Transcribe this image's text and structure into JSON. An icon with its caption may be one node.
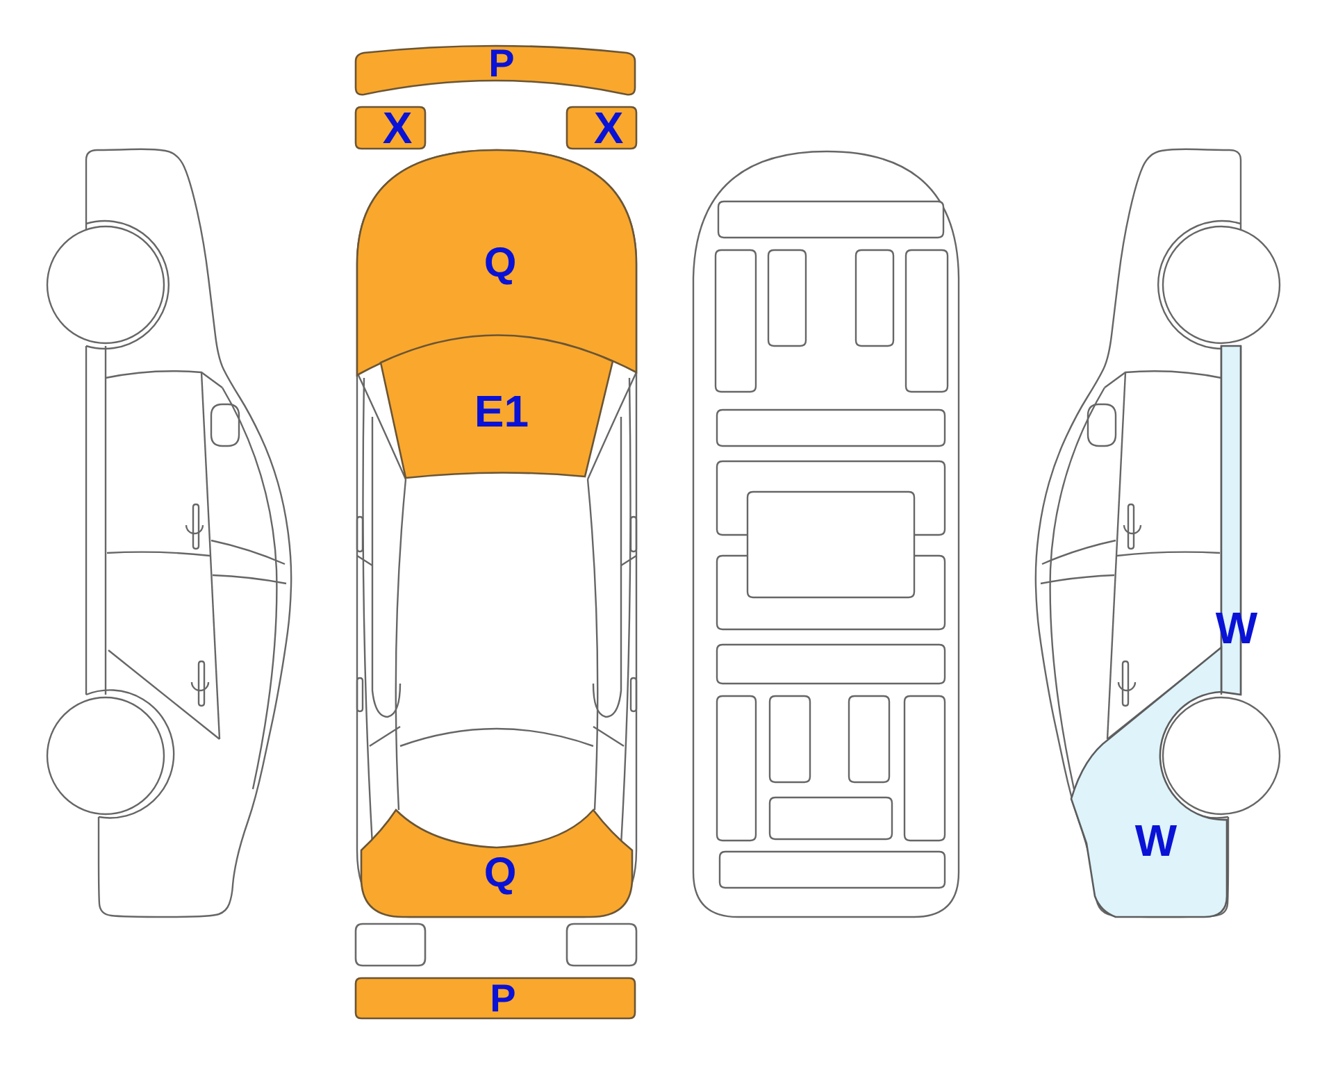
{
  "diagram": {
    "nodes": [
      {
        "text": [
          "P"
        ]
      },
      {
        "text": [
          "X"
        ]
      },
      {
        "text": [
          "X"
        ]
      },
      {
        "text": [
          "Q"
        ]
      },
      {
        "text": [
          "E1"
        ]
      },
      {
        "text": [
          "W"
        ]
      },
      {
        "text": [
          "W"
        ]
      },
      {
        "text": [
          "Q"
        ]
      },
      {
        "text": [],
        "shape": "box"
      },
      {
        "text": [],
        "shape": "box"
      },
      {
        "text": [
          "P"
        ]
      }
    ]
  }
}
